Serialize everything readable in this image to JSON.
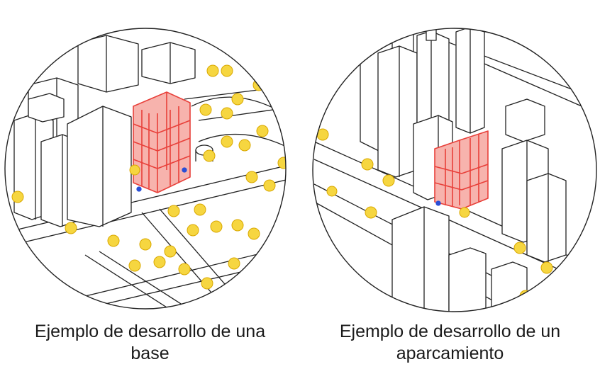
{
  "panels": [
    {
      "caption_line1": "Ejemplo de desarrollo de una",
      "caption_line2": "base"
    },
    {
      "caption_line1": "Ejemplo de desarrollo de un",
      "caption_line2": "aparcamiento"
    }
  ],
  "colors": {
    "outline": "#222222",
    "highlight": "#e8403a",
    "tree": "#f2c500",
    "marker": "#2a4fd6"
  }
}
